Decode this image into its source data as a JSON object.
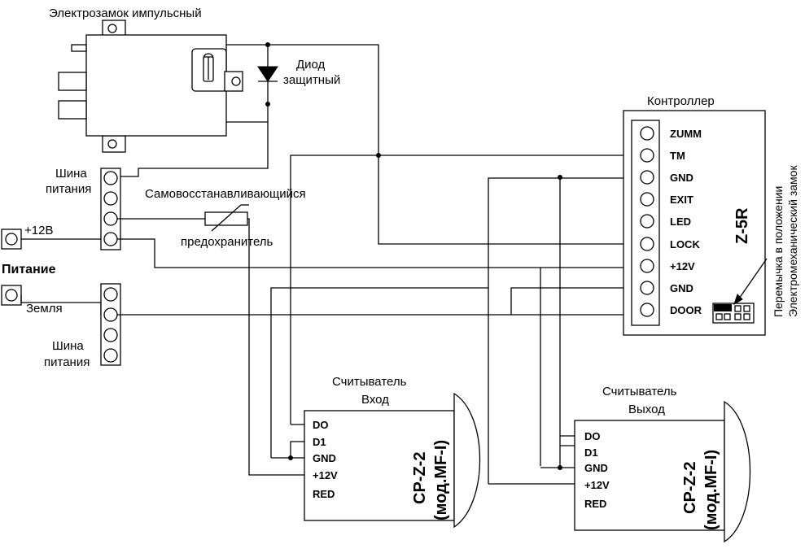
{
  "lock": {
    "title": "Электрозамок импульсный",
    "diode_line1": "Диод",
    "diode_line2": "защитный"
  },
  "power": {
    "plus12": "+12В",
    "title": "Питание",
    "ground": "Земля"
  },
  "bus_top": {
    "label_line1": "Шина",
    "label_line2": "питания"
  },
  "bus_bottom": {
    "label_line1": "Шина",
    "label_line2": "питания"
  },
  "fuse": {
    "label_top": "Самовосстанавливающийся",
    "label_bottom": "предохранитель"
  },
  "controller": {
    "title": "Контроллер",
    "model": "Z-5R",
    "pins": [
      "ZUMM",
      "TM",
      "GND",
      "EXIT",
      "LED",
      "LOCK",
      "+12V",
      "GND",
      "DOOR"
    ],
    "jumper_note_line1": "Перемычка в положении",
    "jumper_note_line2": "Электромеханический замок"
  },
  "reader_in": {
    "title_line1": "Считыватель",
    "title_line2": "Вход",
    "pins": [
      "DO",
      "D1",
      "GND",
      "+12V",
      "RED"
    ],
    "model_line1": "CP-Z-2",
    "model_line2": "(мод.MF-I)"
  },
  "reader_out": {
    "title_line1": "Считыватель",
    "title_line2": "Выход",
    "pins": [
      "DO",
      "D1",
      "GND",
      "+12V",
      "RED"
    ],
    "model_line1": "CP-Z-2",
    "model_line2": "(мод.MF-I)"
  }
}
